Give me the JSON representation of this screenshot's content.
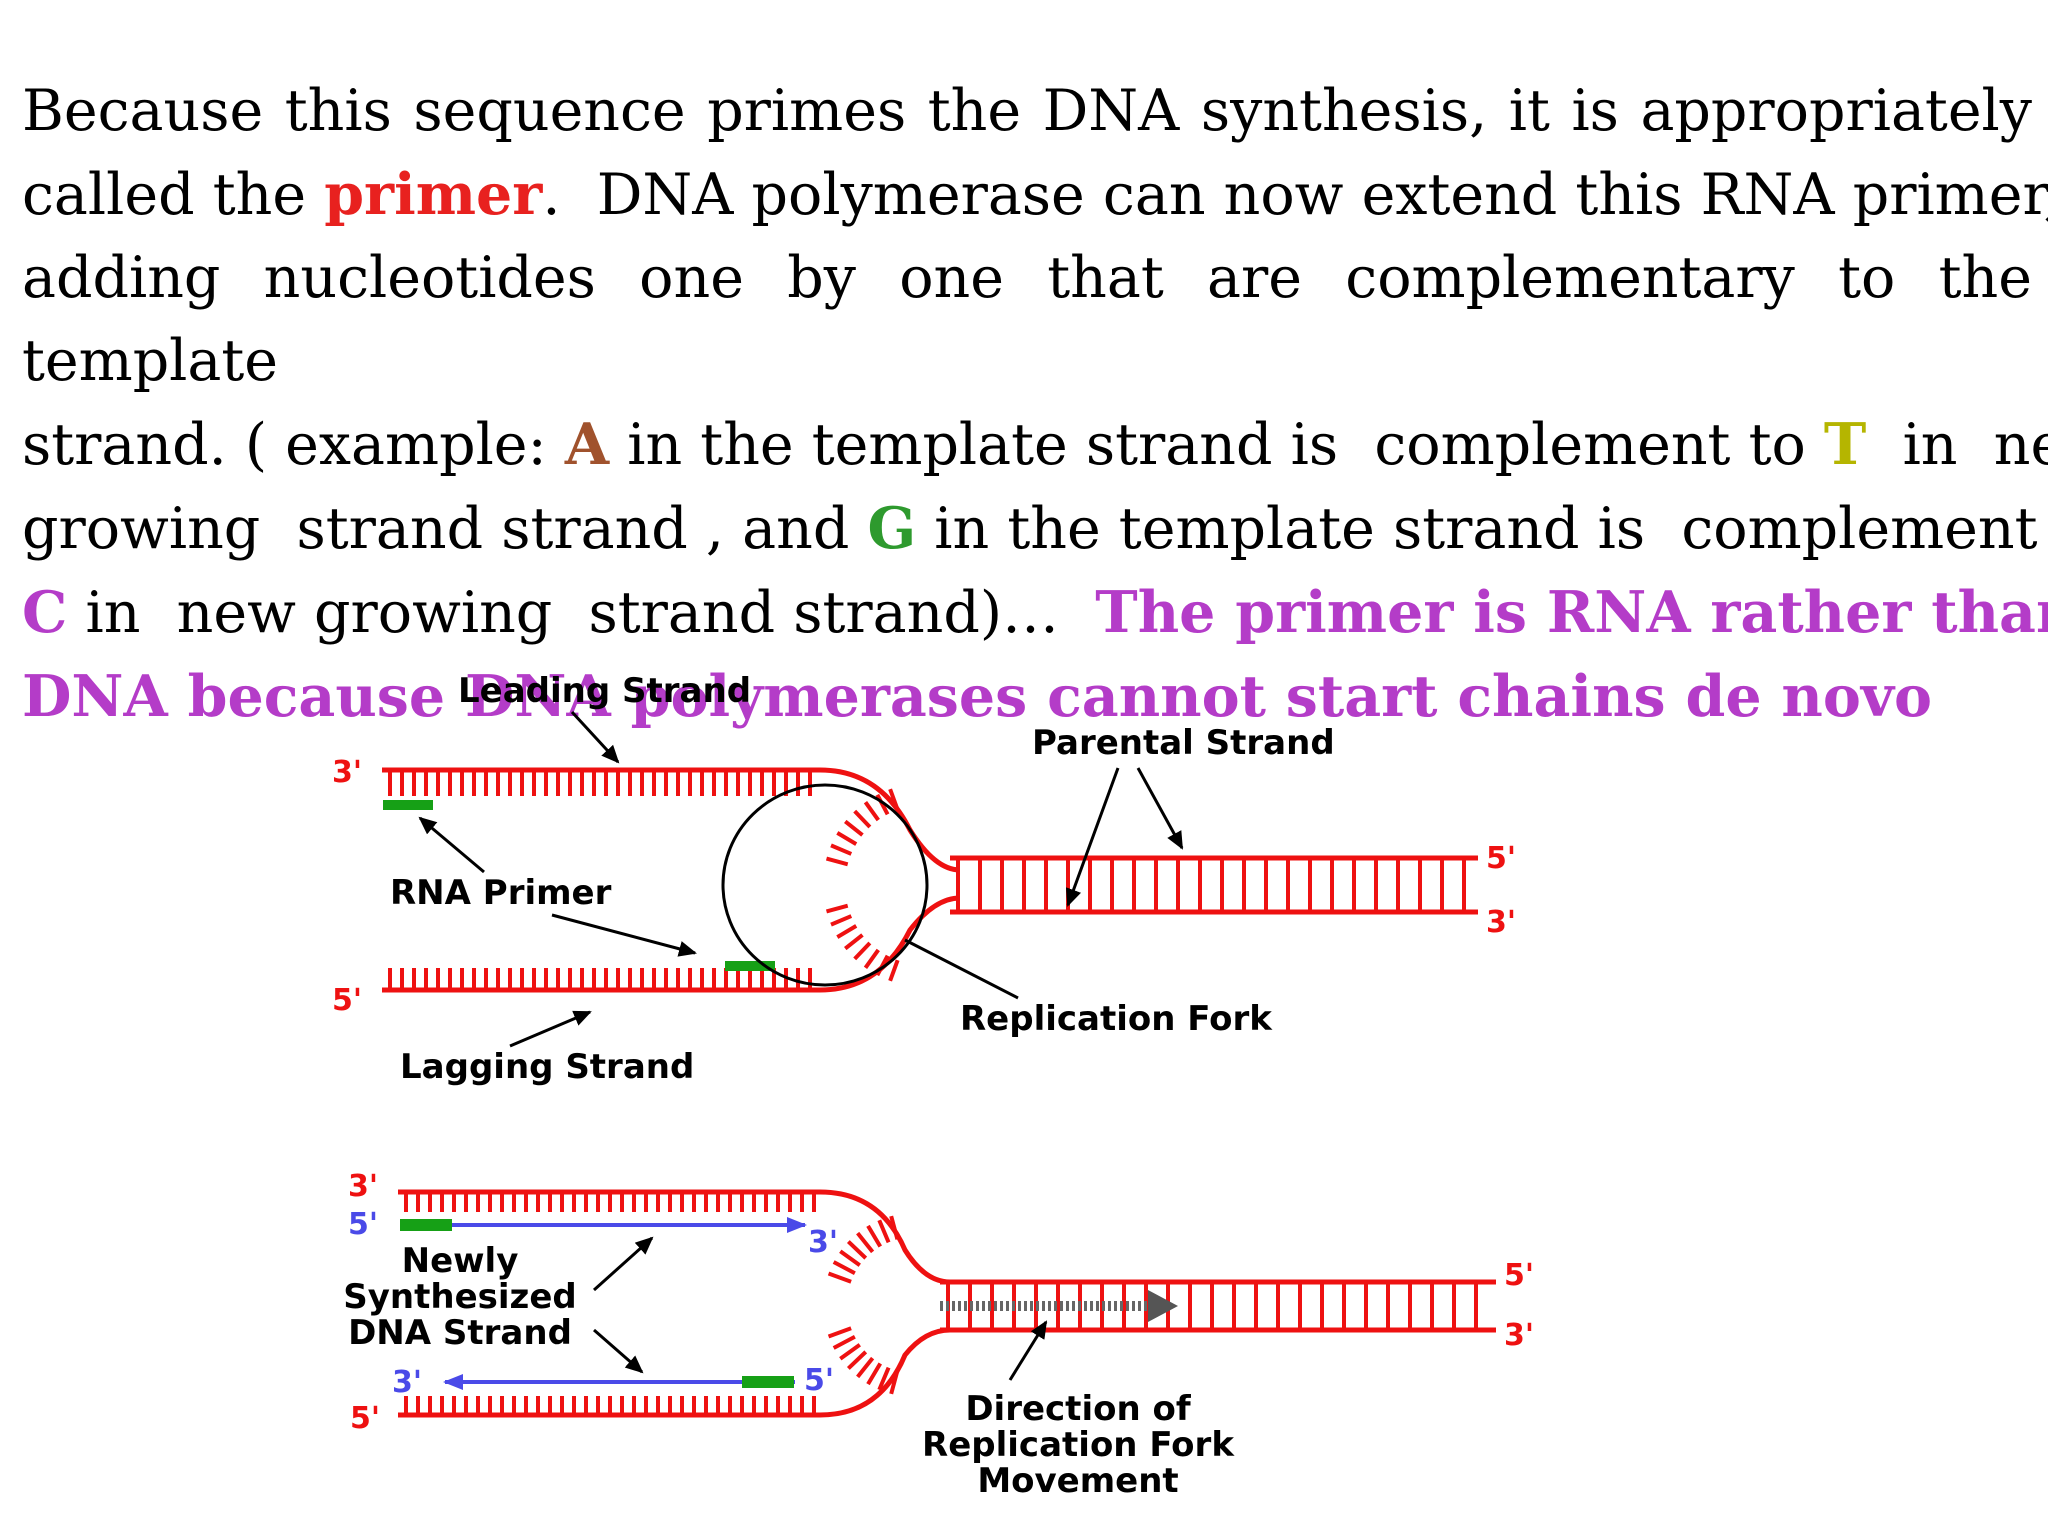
{
  "paragraph": {
    "l1": "Because this sequence primes the DNA synthesis, it is appropriately",
    "l2a": "called the ",
    "primer_word": "primer",
    "l2b": ".  DNA polymerase can now extend this RNA primer,",
    "l3": "adding nucleotides one by one that are complementary to the template",
    "l4a": "strand. ( example: ",
    "a_letter": "A",
    "l4b": " in the template strand is  complement to ",
    "t_letter": "T",
    "l4c": "  in  new",
    "l5a": "growing  strand strand , and ",
    "g_letter": "G",
    "l5b": " in the template strand is  complement to",
    "c_letter": "C",
    "l6a": " in  new growing  strand strand)…  ",
    "emph1": "The primer is RNA rather than",
    "emph2": "DNA because DNA polymerases cannot start chains de novo"
  },
  "colors": {
    "primer": "#e8211f",
    "A": "#a0522d",
    "T": "#b5b500",
    "G": "#2e9a2e",
    "C": "#b43cc8",
    "emphasis": "#b43cc8",
    "strand": "#ee1111",
    "rna_primer": "#16a016",
    "new_strand": "#4a4ae8"
  },
  "diagram_top": {
    "leading_strand": "Leading Strand",
    "parental_strand": "Parental Strand",
    "rna_primer": "RNA Primer",
    "replication_fork": "Replication Fork",
    "lagging_strand": "Lagging Strand",
    "left_top_end": "3'",
    "left_bottom_end": "5'",
    "right_top_end": "5'",
    "right_bottom_end": "3'"
  },
  "diagram_bottom": {
    "top_template_end": "3'",
    "top_new_start": "5'",
    "top_new_end": "3'",
    "bottom_new_start": "3'",
    "bottom_new_end": "5'",
    "bottom_template_end": "5'",
    "right_top_end": "5'",
    "right_bottom_end": "3'",
    "newly_line1": "Newly",
    "newly_line2": "Synthesized",
    "newly_line3": "DNA Strand",
    "direction_line1": "Direction of",
    "direction_line2": "Replication Fork",
    "direction_line3": "Movement"
  }
}
